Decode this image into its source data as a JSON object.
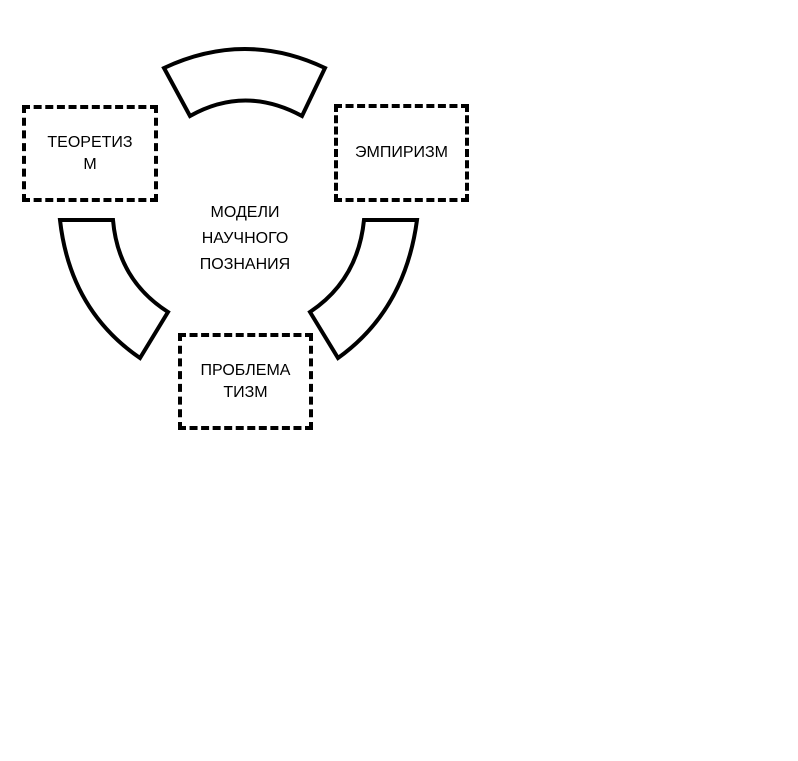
{
  "diagram": {
    "center": {
      "line1": "МОДЕЛИ",
      "line2": "НАУЧНОГО",
      "line3": "ПОЗНАНИЯ"
    },
    "theoretism": {
      "line1": "ТЕОРЕТИЗ",
      "line2": "М"
    },
    "empirism": {
      "line1": "ЭМПИРИЗМ"
    },
    "problematism": {
      "line1": "ПРОБЛЕМА",
      "line2": "ТИЗМ"
    }
  },
  "colors": {
    "stroke": "#000000",
    "background": "#ffffff"
  }
}
